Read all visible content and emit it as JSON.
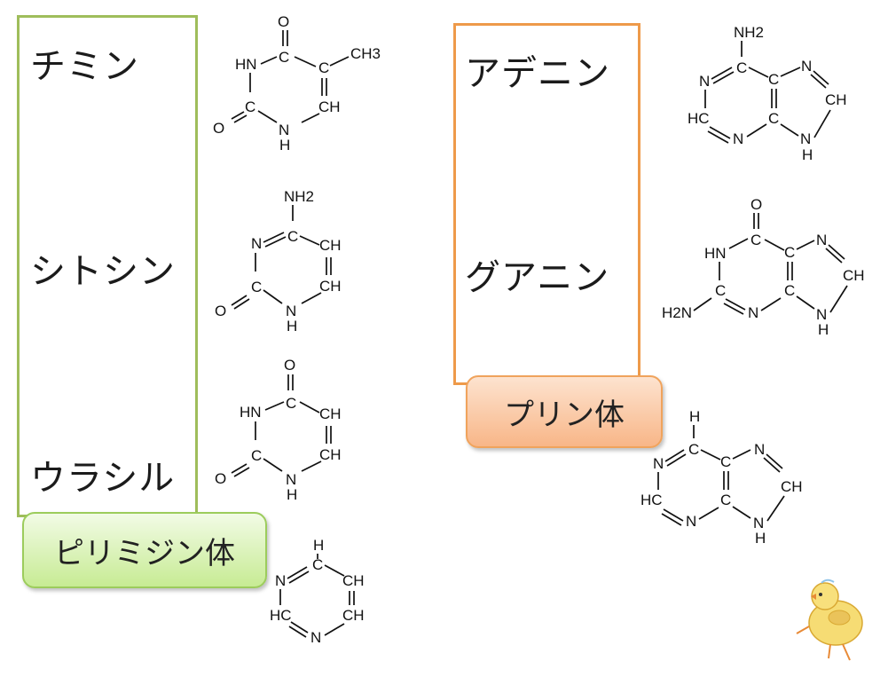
{
  "pyrimidines": {
    "group_label": "ピリミジン体",
    "bases": [
      {
        "name": "チミン"
      },
      {
        "name": "シトシン"
      },
      {
        "name": "ウラシル"
      }
    ]
  },
  "purines": {
    "group_label": "プリン体",
    "bases": [
      {
        "name": "アデニン"
      },
      {
        "name": "グアニン"
      }
    ]
  },
  "atoms": {
    "O": "O",
    "N": "N",
    "C": "C",
    "H": "H",
    "HN": "HN",
    "CH": "CH",
    "HC": "HC",
    "CH3": "CH3",
    "NH2": "NH2",
    "H2N": "H2N"
  }
}
